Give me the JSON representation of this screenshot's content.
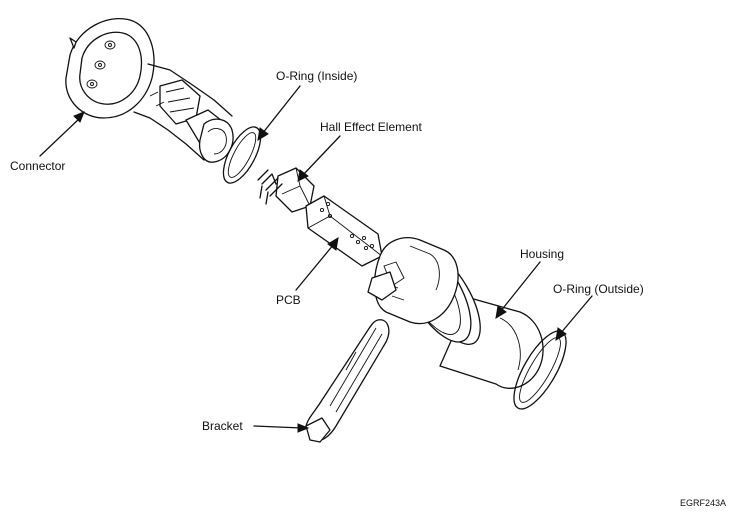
{
  "labels": {
    "connector": "Connector",
    "o_ring_inside": "O-Ring (Inside)",
    "hall_effect_element": "Hall Effect Element",
    "housing": "Housing",
    "o_ring_outside": "O-Ring (Outside)",
    "pcb": "PCB",
    "bracket": "Bracket"
  },
  "figure_code": "EGRF243A"
}
